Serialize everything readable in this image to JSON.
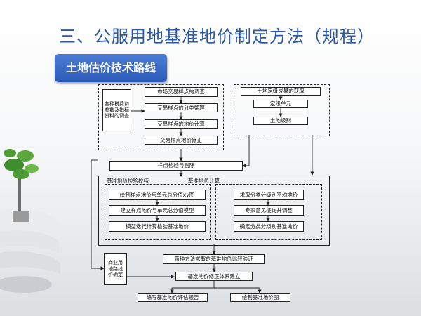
{
  "slide": {
    "title": "三、公服用地基准地价制定方法（规程）",
    "section_label": "土地估价技术路线"
  },
  "diagram": {
    "survey_box": "各种税费和参数及指标资料的调查",
    "market_survey": "市场交易样点的调查",
    "sample_sort": "交易样点的分类整理",
    "sample_price": "交易样点的地价计算",
    "sample_correct": "交易样点地价修正",
    "grading_results": "土地定级成果的获取",
    "grading_unit": "定级单元",
    "land_grade": "土地级别",
    "sample_check": "样点检验与剔除",
    "check_label": "基准地价检验校核",
    "calc_label": "基准地价计算",
    "draw_map": "绘制样点地价与单元总分值xy图",
    "build_model": "建立样点地价与单元总分值模型",
    "model_check": "模型迭代计算检验基准地价",
    "avg_price": "求取分类分级别平均地价",
    "expert_adjust": "专家意见征询并调整",
    "final_price": "确定分类分级别基准地价",
    "compare": "两种方法求取的基准地价比较验证",
    "commercial_route": "商业用地路线价确定",
    "correction_system": "基准地价修正体系建立",
    "report": "编写基准地价评估报告",
    "price_map": "绘制基准地价图"
  },
  "colors": {
    "title": "#2b57a8",
    "label_bg": "#3a6bc8",
    "line": "#222222"
  }
}
